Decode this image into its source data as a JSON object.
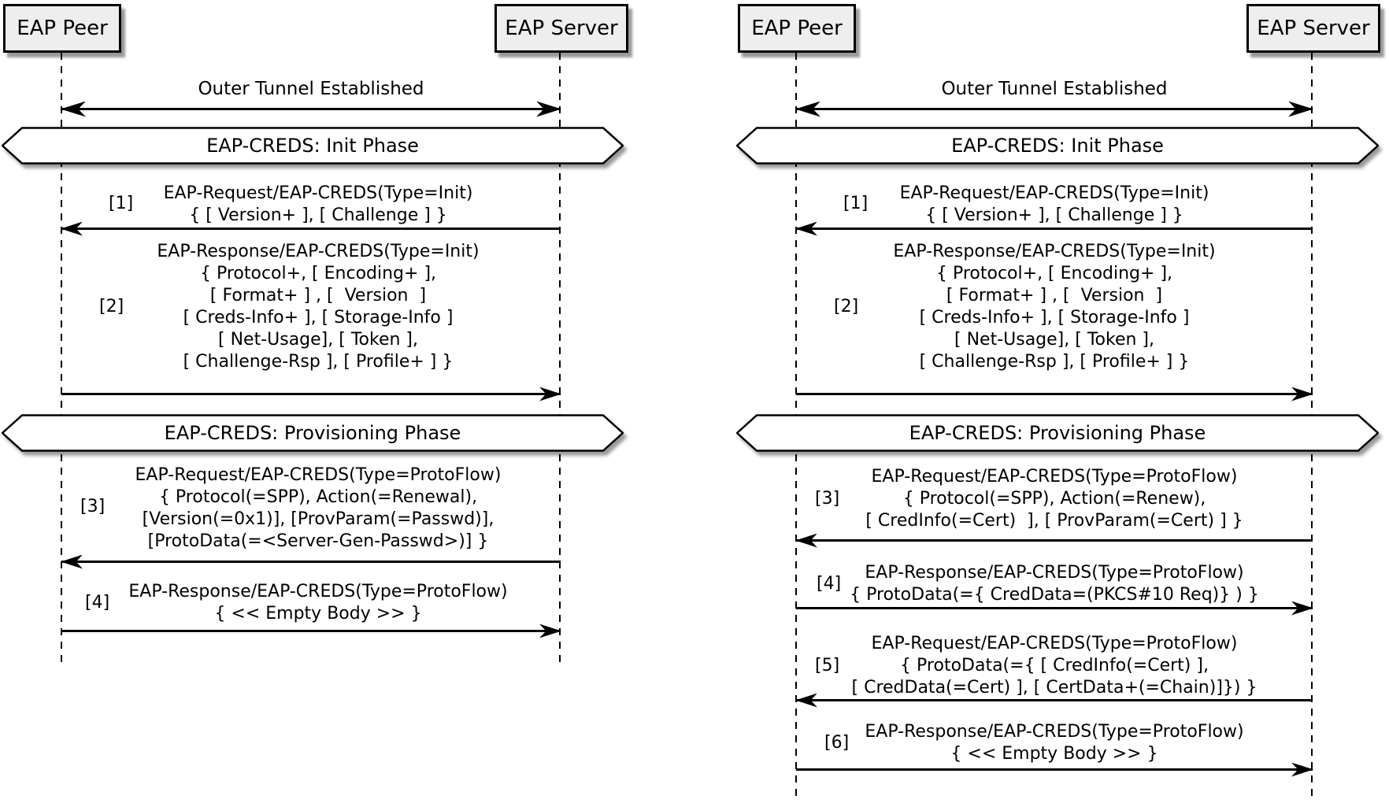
{
  "colors": {
    "background": "#ffffff",
    "actor_fill": "#eeeeee",
    "line_color": "#000000",
    "shadow_color": "#999999"
  },
  "diagrams": [
    {
      "side": "left",
      "actors": {
        "peer": "EAP Peer",
        "server": "EAP Server"
      },
      "tunnel_label": "Outer Tunnel Established",
      "phases": {
        "init": "EAP-CREDS: Init Phase",
        "provisioning": "EAP-CREDS: Provisioning Phase"
      },
      "messages": [
        {
          "label": "[1]",
          "from": "server",
          "to": "peer",
          "lines": [
            "EAP-Request/EAP-CREDS(Type=Init)",
            "{ [ Version+ ], [ Challenge ] }"
          ]
        },
        {
          "label": "[2]",
          "from": "peer",
          "to": "server",
          "lines": [
            "EAP-Response/EAP-CREDS(Type=Init)",
            "{ Protocol+, [ Encoding+ ],",
            "[ Format+ ] , [  Version  ]",
            "[ Creds-Info+ ], [ Storage-Info ]",
            "[ Net-Usage], [ Token ],",
            "[ Challenge-Rsp ], [ Profile+ ] }"
          ]
        },
        {
          "label": "[3]",
          "from": "server",
          "to": "peer",
          "lines": [
            "EAP-Request/EAP-CREDS(Type=ProtoFlow)",
            "{ Protocol(=SPP), Action(=Renewal),",
            "[Version(=0x1)], [ProvParam(=Passwd)],",
            "[ProtoData(=<Server-Gen-Passwd>)] }"
          ]
        },
        {
          "label": "[4]",
          "from": "peer",
          "to": "server",
          "lines": [
            "EAP-Response/EAP-CREDS(Type=ProtoFlow)",
            "{ << Empty Body >> }"
          ]
        }
      ]
    },
    {
      "side": "right",
      "actors": {
        "peer": "EAP Peer",
        "server": "EAP Server"
      },
      "tunnel_label": "Outer Tunnel Established",
      "phases": {
        "init": "EAP-CREDS: Init Phase",
        "provisioning": "EAP-CREDS: Provisioning Phase"
      },
      "messages": [
        {
          "label": "[1]",
          "from": "server",
          "to": "peer",
          "lines": [
            "EAP-Request/EAP-CREDS(Type=Init)",
            "{ [ Version+ ], [ Challenge ] }"
          ]
        },
        {
          "label": "[2]",
          "from": "peer",
          "to": "server",
          "lines": [
            "EAP-Response/EAP-CREDS(Type=Init)",
            "{ Protocol+, [ Encoding+ ],",
            "[ Format+ ] , [  Version  ]",
            "[ Creds-Info+ ], [ Storage-Info ]",
            "[ Net-Usage], [ Token ],",
            "[ Challenge-Rsp ], [ Profile+ ] }"
          ]
        },
        {
          "label": "[3]",
          "from": "server",
          "to": "peer",
          "lines": [
            "EAP-Request/EAP-CREDS(Type=ProtoFlow)",
            "{ Protocol(=SPP), Action(=Renew),",
            "[ CredInfo(=Cert)  ], [ ProvParam(=Cert) ] }"
          ]
        },
        {
          "label": "[4]",
          "from": "peer",
          "to": "server",
          "lines": [
            "EAP-Response/EAP-CREDS(Type=ProtoFlow)",
            "{ ProtoData(={ CredData=(PKCS#10 Req)} ) }"
          ]
        },
        {
          "label": "[5]",
          "from": "server",
          "to": "peer",
          "lines": [
            "EAP-Request/EAP-CREDS(Type=ProtoFlow)",
            "{ ProtoData(={ [ CredInfo(=Cert) ],",
            "[ CredData(=Cert) ], [ CertData+(=Chain)]}) }"
          ]
        },
        {
          "label": "[6]",
          "from": "peer",
          "to": "server",
          "lines": [
            "EAP-Response/EAP-CREDS(Type=ProtoFlow)",
            "{ << Empty Body >> }"
          ]
        }
      ]
    }
  ]
}
